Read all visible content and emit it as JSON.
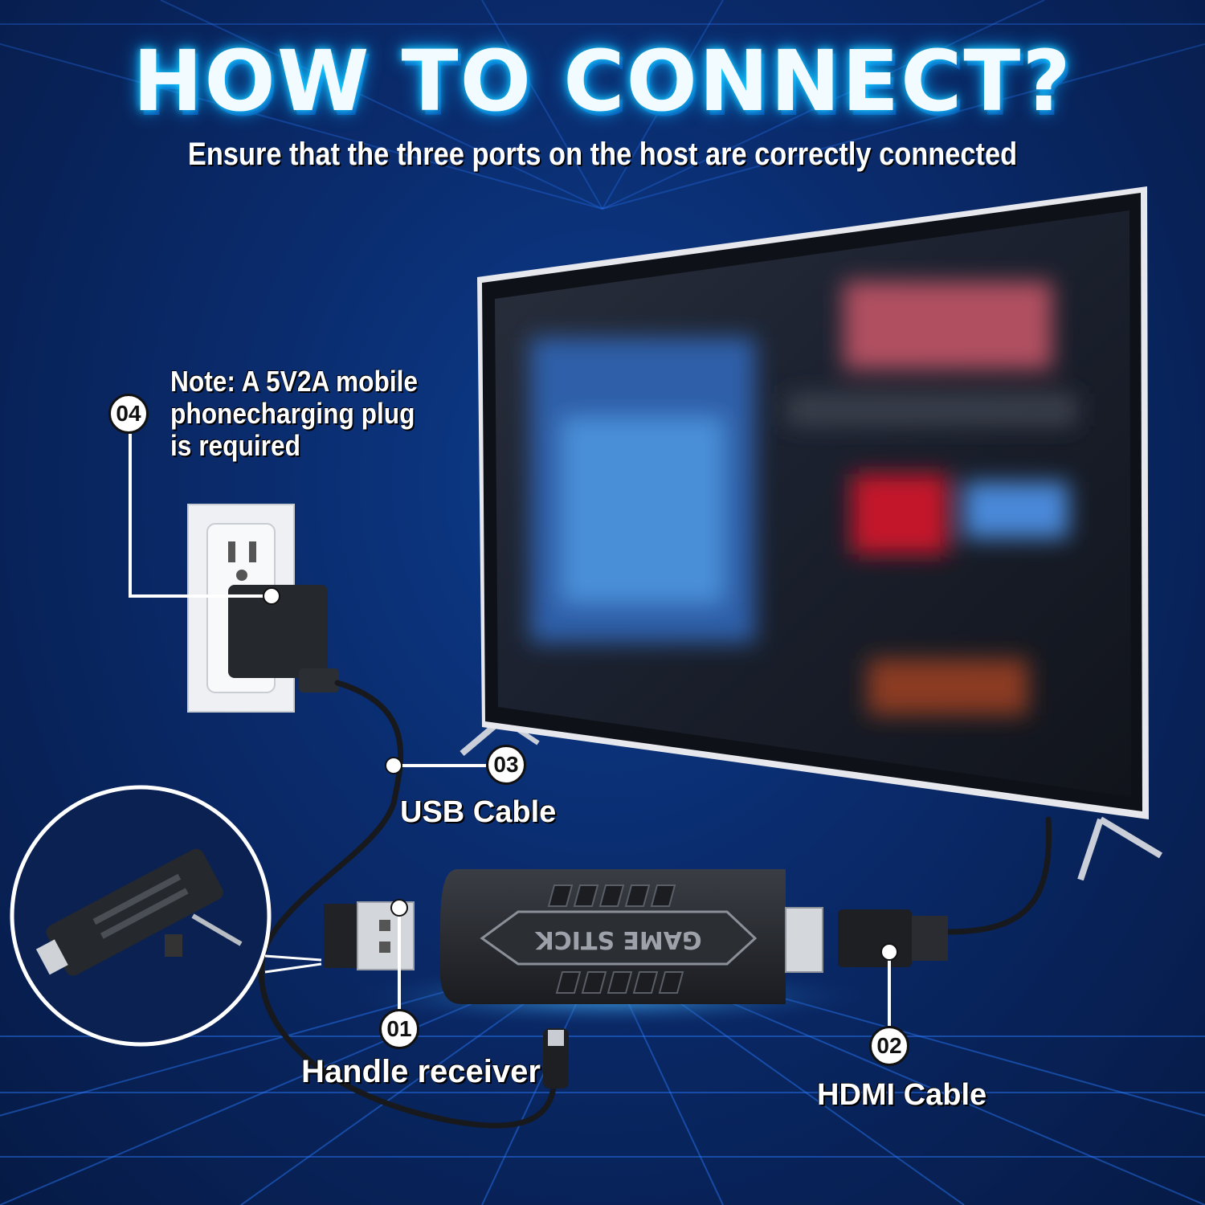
{
  "title": "HOW TO CONNECT?",
  "subtitle": "Ensure that the three ports on the host are correctly connected",
  "note": {
    "badge": "04",
    "lines": [
      "Note: A 5V2A mobile",
      "phonecharging plug",
      "is required"
    ]
  },
  "usb_cable": {
    "badge": "03",
    "label": "USB Cable"
  },
  "handle_receiver": {
    "badge": "01",
    "label": "Handle receiver"
  },
  "hdmi_cable": {
    "badge": "02",
    "label": "HDMI Cable"
  },
  "device": {
    "brand_text": "GAME STICK"
  },
  "colors": {
    "background": "#0a2a6a",
    "title_glow": "#19d4ff",
    "grid": "#2a7cff"
  }
}
